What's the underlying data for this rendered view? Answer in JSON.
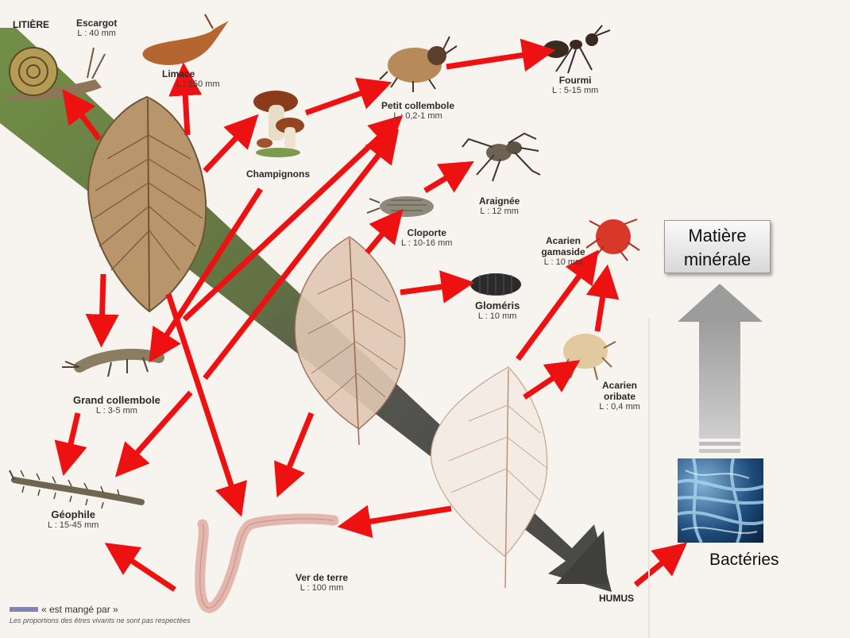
{
  "title": "LITIÈRE",
  "humus": "HUMUS",
  "matiere_minerale": "Matière minérale",
  "bacteries": "Bactéries",
  "legend": {
    "arrow_text": "« est mangé par »",
    "note": "Les proportions des êtres vivants ne sont pas respectées"
  },
  "organisms": {
    "escargot": {
      "name": "Escargot",
      "size": "L : 40 mm"
    },
    "limace": {
      "name": "Limace",
      "size": "L : 150 mm"
    },
    "champignons": {
      "name": "Champignons",
      "size": ""
    },
    "petit_collembole": {
      "name": "Petit collembole",
      "size": "L : 0,2-1 mm"
    },
    "fourmi": {
      "name": "Fourmi",
      "size": "L : 5-15 mm"
    },
    "araignee": {
      "name": "Araignée",
      "size": "L : 12 mm"
    },
    "cloporte": {
      "name": "Cloporte",
      "size": "L : 10-16 mm"
    },
    "acarien_gamaside": {
      "name": "Acarien gamaside",
      "size": "L : 10 mm"
    },
    "glomeris": {
      "name": "Gloméris",
      "size": "L : 10 mm"
    },
    "grand_collembole": {
      "name": "Grand collembole",
      "size": "L : 3-5 mm"
    },
    "acarien_oribate": {
      "name": "Acarien oribate",
      "size": "L : 0,4 mm"
    },
    "geophile": {
      "name": "Géophile",
      "size": "L : 15-45 mm"
    },
    "ver_de_terre": {
      "name": "Ver de terre",
      "size": "L : 100 mm"
    }
  },
  "colors": {
    "arrow": "#ee1111",
    "band_green": "#5f7d35",
    "band_dark": "#4a4a48",
    "mineral_arrow": "#a9a9a9"
  }
}
